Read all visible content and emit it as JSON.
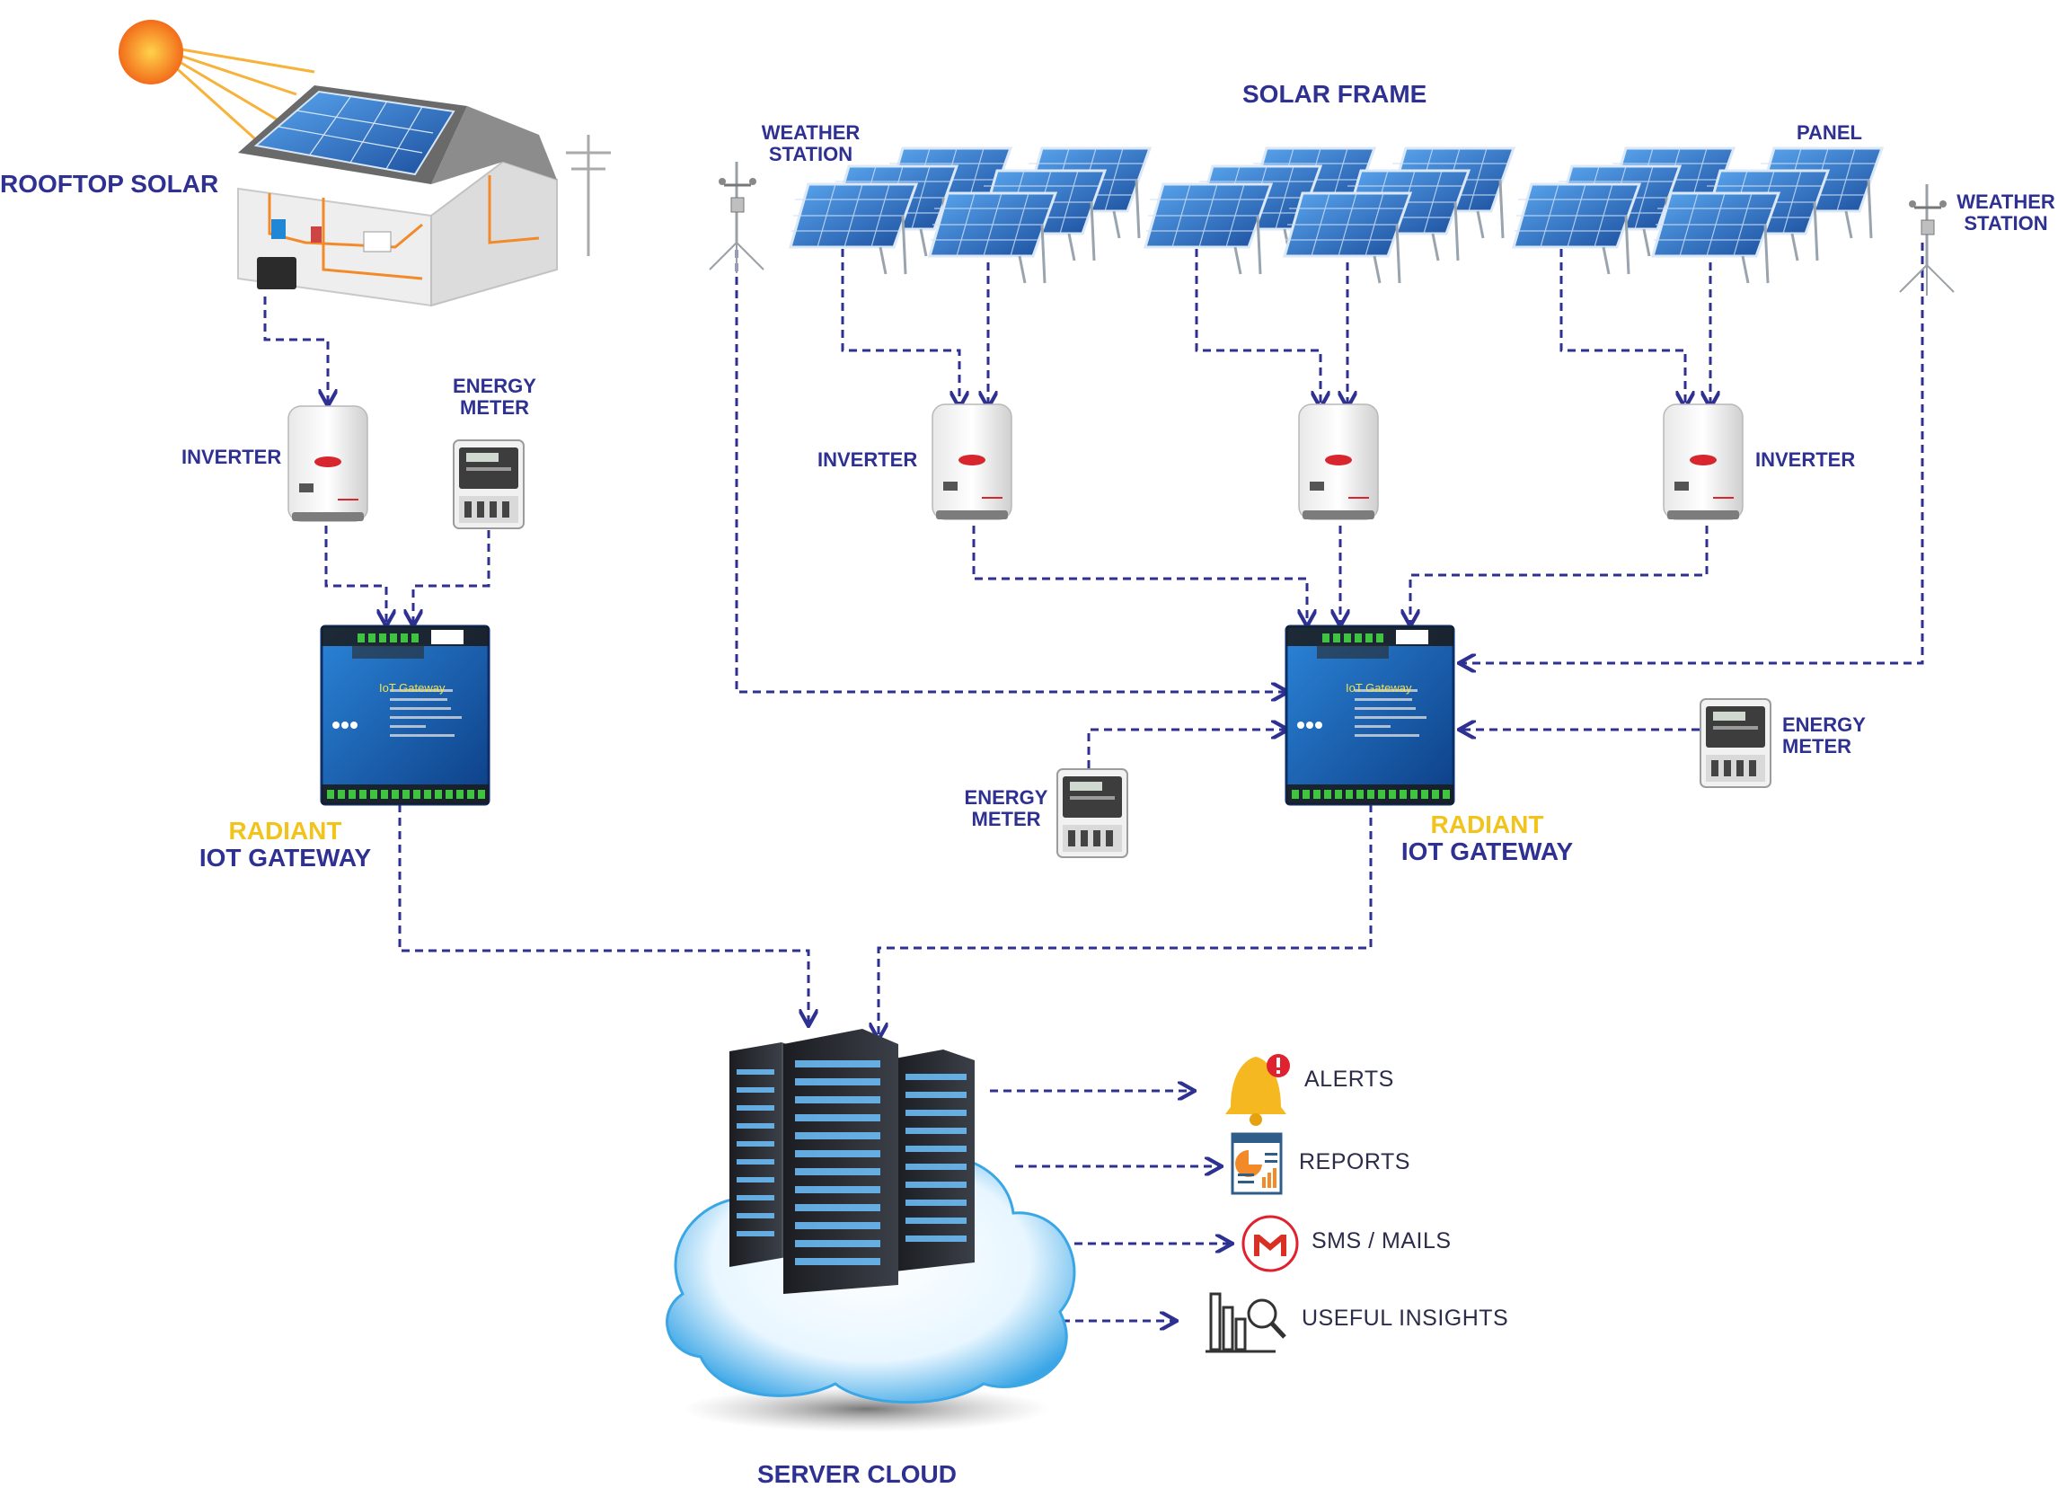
{
  "colors": {
    "navy": "#2e3192",
    "yellow": "#f2c31a",
    "dash": "#2e3192",
    "panel_blue": "#2a6fc9",
    "gateway_blue": "#1b62b5",
    "sun": "#f7941d"
  },
  "rooftop": {
    "title": "ROOFTOP SOLAR",
    "inverter_label": "INVERTER",
    "meter_label_1": "ENERGY",
    "meter_label_2": "METER",
    "gateway_label_1": "RADIANT",
    "gateway_label_2": "IOT GATEWAY",
    "gateway_title": "IoT Gateway"
  },
  "frame": {
    "title": "SOLAR FRAME",
    "weather_left_1": "WEATHER",
    "weather_left_2": "STATION",
    "weather_right_1": "WEATHER",
    "weather_right_2": "STATION",
    "panel_label": "PANEL",
    "inverter_left_label": "INVERTER",
    "inverter_right_label": "INVERTER",
    "meter_left_1": "ENERGY",
    "meter_left_2": "METER",
    "meter_right_1": "ENERGY",
    "meter_right_2": "METER",
    "gateway_label_1": "RADIANT",
    "gateway_label_2": "IOT GATEWAY",
    "gateway_title": "IoT Gateway"
  },
  "cloud": {
    "label": "SERVER CLOUD",
    "outputs": [
      {
        "label": "ALERTS",
        "icon": "bell-alert-icon"
      },
      {
        "label": "REPORTS",
        "icon": "report-document-icon"
      },
      {
        "label": "SMS / MAILS",
        "icon": "mail-icon"
      },
      {
        "label": "USEFUL INSIGHTS",
        "icon": "analytics-search-icon"
      }
    ]
  }
}
